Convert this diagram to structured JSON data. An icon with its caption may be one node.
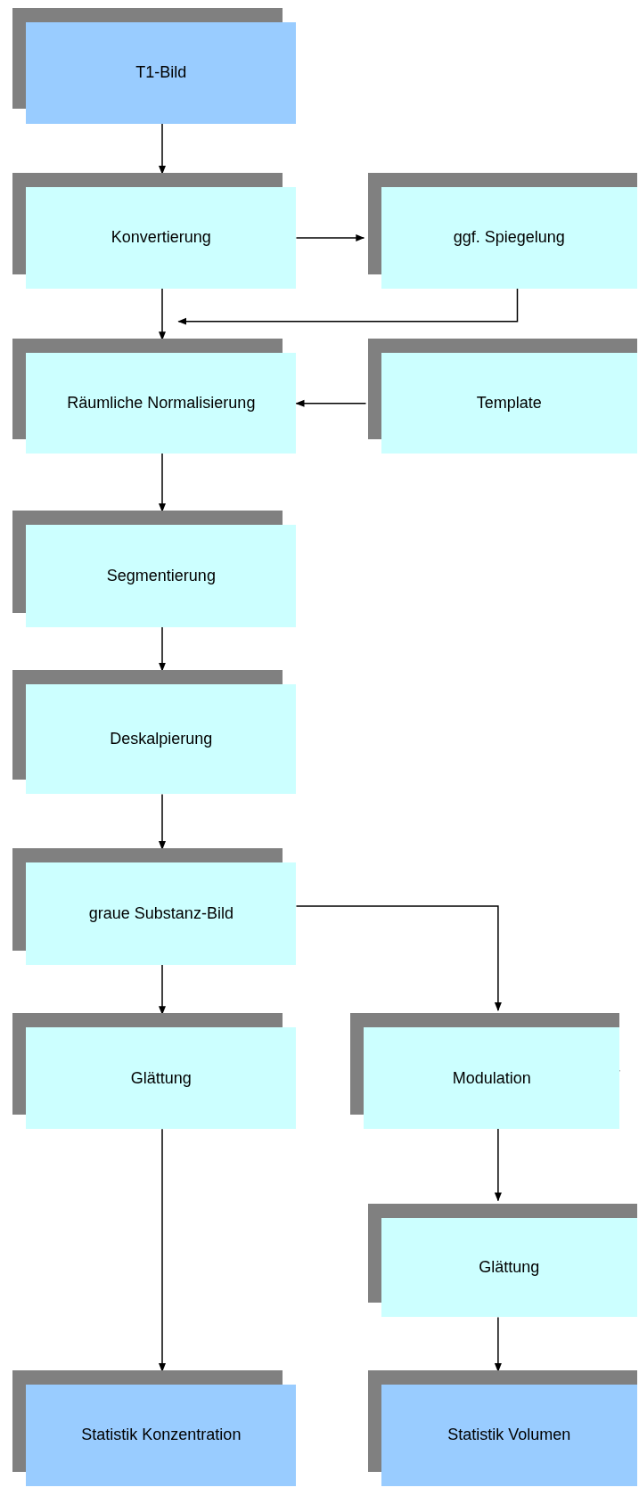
{
  "diagram": {
    "nodes": [
      {
        "text": [
          "T1-Bild"
        ]
      },
      {
        "text": [
          "Konvertierung"
        ]
      },
      {
        "text": [
          "ggf. Spiegelung"
        ]
      },
      {
        "text": [
          "Räumliche Normalisierung"
        ]
      },
      {
        "text": [
          "Template"
        ]
      },
      {
        "text": [
          "Segmentierung"
        ]
      },
      {
        "text": [
          "Deskalpierung"
        ]
      },
      {
        "text": [
          "graue Substanz-Bild"
        ]
      },
      {
        "text": [
          "Glättung"
        ]
      },
      {
        "text": [
          "Modulation"
        ]
      },
      {
        "text": [
          "Glättung"
        ]
      },
      {
        "text": [
          "Statistik Konzentration"
        ]
      },
      {
        "text": [
          "Statistik Volumen"
        ]
      }
    ],
    "edges": [
      {
        "from": 0,
        "to": 1,
        "arrow": "to"
      },
      {
        "from": 1,
        "to": 2,
        "arrow": "to"
      },
      {
        "from": 2,
        "to": 3,
        "arrow": "to"
      },
      {
        "from": 1,
        "to": 3,
        "arrow": "to"
      },
      {
        "from": 4,
        "to": 3,
        "arrow": "to"
      },
      {
        "from": 3,
        "to": 5,
        "arrow": "to"
      },
      {
        "from": 5,
        "to": 6,
        "arrow": "to"
      },
      {
        "from": 6,
        "to": 7,
        "arrow": "to"
      },
      {
        "from": 7,
        "to": 8,
        "arrow": "to"
      },
      {
        "from": 7,
        "to": 9,
        "arrow": "to"
      },
      {
        "from": 8,
        "to": 11,
        "arrow": "to"
      },
      {
        "from": 9,
        "to": 10,
        "arrow": "to"
      },
      {
        "from": 10,
        "to": 12,
        "arrow": "to"
      }
    ]
  }
}
